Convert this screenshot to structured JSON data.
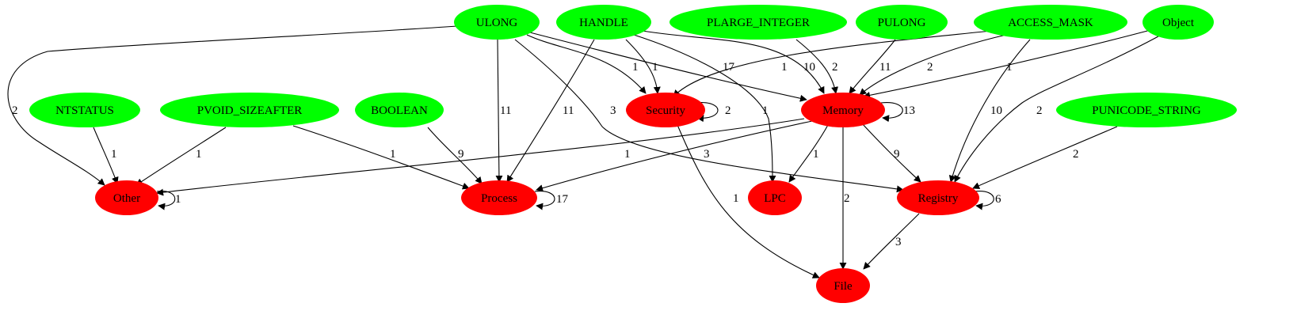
{
  "colors": {
    "type_node": "#00ff00",
    "category_node": "#ff0000",
    "edge": "#000000"
  },
  "nodes": {
    "ulong": "ULONG",
    "handle": "HANDLE",
    "plarge_integer": "PLARGE_INTEGER",
    "pulong": "PULONG",
    "access_mask": "ACCESS_MASK",
    "object": "Object",
    "ntstatus": "NTSTATUS",
    "pvoid_sizeafter": "PVOID_SIZEAFTER",
    "boolean": "BOOLEAN",
    "punicode_string": "PUNICODE_STRING",
    "security": "Security",
    "memory": "Memory",
    "other": "Other",
    "process": "Process",
    "lpc": "LPC",
    "registry": "Registry",
    "file": "File"
  },
  "edges": [
    {
      "from": "ULONG",
      "to": "Other",
      "label": "2"
    },
    {
      "from": "ULONG",
      "to": "Process",
      "label": "11"
    },
    {
      "from": "ULONG",
      "to": "Security",
      "label": "1"
    },
    {
      "from": "ULONG",
      "to": "Memory",
      "label": "17"
    },
    {
      "from": "ULONG",
      "to": "Registry",
      "label": "3"
    },
    {
      "from": "HANDLE",
      "to": "Process",
      "label": "11"
    },
    {
      "from": "HANDLE",
      "to": "Security",
      "label": "1"
    },
    {
      "from": "HANDLE",
      "to": "Memory",
      "label": "10"
    },
    {
      "from": "HANDLE",
      "to": "LPC",
      "label": "1"
    },
    {
      "from": "PLARGE_INTEGER",
      "to": "Memory",
      "label": "2"
    },
    {
      "from": "PULONG",
      "to": "Memory",
      "label": "11"
    },
    {
      "from": "ACCESS_MASK",
      "to": "Security",
      "label": "1"
    },
    {
      "from": "ACCESS_MASK",
      "to": "Memory",
      "label": "2"
    },
    {
      "from": "ACCESS_MASK",
      "to": "Registry",
      "label": "10"
    },
    {
      "from": "Object",
      "to": "Memory",
      "label": "1"
    },
    {
      "from": "Object",
      "to": "Registry",
      "label": "2"
    },
    {
      "from": "NTSTATUS",
      "to": "Other",
      "label": "1"
    },
    {
      "from": "PVOID_SIZEAFTER",
      "to": "Other",
      "label": "1"
    },
    {
      "from": "PVOID_SIZEAFTER",
      "to": "Process",
      "label": "1"
    },
    {
      "from": "BOOLEAN",
      "to": "Process",
      "label": "9"
    },
    {
      "from": "PUNICODE_STRING",
      "to": "Registry",
      "label": "2"
    },
    {
      "from": "Security",
      "to": "Security",
      "label": "2"
    },
    {
      "from": "Security",
      "to": "File",
      "label": "1"
    },
    {
      "from": "Memory",
      "to": "Memory",
      "label": "13"
    },
    {
      "from": "Memory",
      "to": "Other",
      "label": "1"
    },
    {
      "from": "Memory",
      "to": "Process",
      "label": "3"
    },
    {
      "from": "Memory",
      "to": "LPC",
      "label": "1"
    },
    {
      "from": "Memory",
      "to": "File",
      "label": "2"
    },
    {
      "from": "Memory",
      "to": "Registry",
      "label": "9"
    },
    {
      "from": "Other",
      "to": "Other",
      "label": "1"
    },
    {
      "from": "Process",
      "to": "Process",
      "label": "17"
    },
    {
      "from": "Registry",
      "to": "Registry",
      "label": "6"
    },
    {
      "from": "Registry",
      "to": "File",
      "label": "3"
    }
  ]
}
